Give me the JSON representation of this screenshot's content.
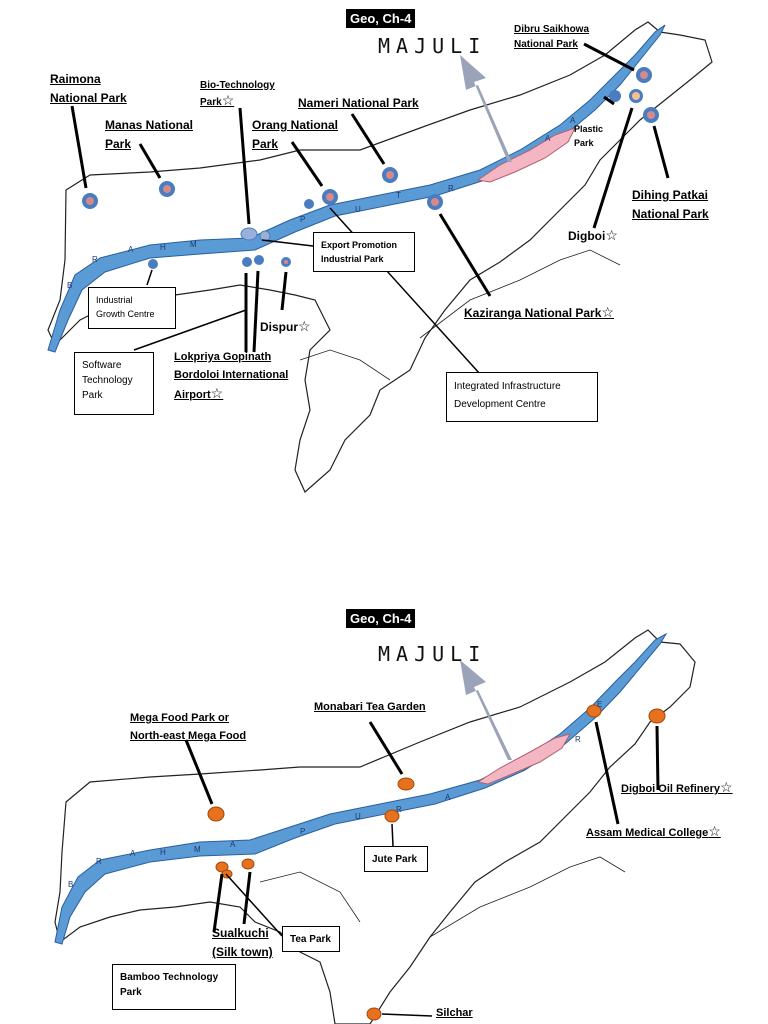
{
  "map1": {
    "tag": "Geo, Ch-4",
    "majuli": "MAJULI",
    "labels": {
      "raimona": "Raimona\nNational Park",
      "manas": "Manas National\nPark",
      "biotech": "Bio-Technology\nPark",
      "nameri": "Nameri  National Park",
      "orang": "Orang National\nPark",
      "dibru": "Dibru Saikhowa\nNational Park",
      "plastic": "Plastic\nPark",
      "dihing": "Dihing Patkai\nNational Park",
      "digboi": "Digboi",
      "kaziranga": "Kaziranga National Park",
      "dispur": "Dispur",
      "lgbi": "Lokpriya Gopinath\nBordoloi International\nAirport"
    },
    "boxes": {
      "export": "Export Promotion\nIndustrial Park",
      "industrial": "Industrial\nGrowth Centre",
      "software": "Software\nTechnology\nPark",
      "iidc": "Integrated Infrastructure\nDevelopment Centre"
    },
    "river_letters": "BRAHMAPUTRA",
    "star": "☆"
  },
  "map2": {
    "tag": "Geo, Ch-4",
    "majuli": "MAJULI",
    "labels": {
      "megafood": "Mega Food Park or\nNorth-east Mega Food",
      "monabari": "Monabari Tea Garden",
      "digboi_refinery": "Digboi Oil Refinery",
      "amc": "Assam Medical College",
      "sualkuchi": "Sualkuchi\n(Silk town)",
      "silchar": "Silchar"
    },
    "boxes": {
      "jute": "Jute Park",
      "tea": "Tea Park",
      "bamboo": "Bamboo Technology\nPark"
    },
    "star": "☆"
  },
  "colors": {
    "river": "#5b9bd5",
    "majuli_island": "#f4b6c2",
    "map1_marker": "#4a7cc0",
    "map1_marker_core": "#d48a8a",
    "map2_marker": "#e8711e",
    "arrow_grey": "#9aa3b8"
  }
}
